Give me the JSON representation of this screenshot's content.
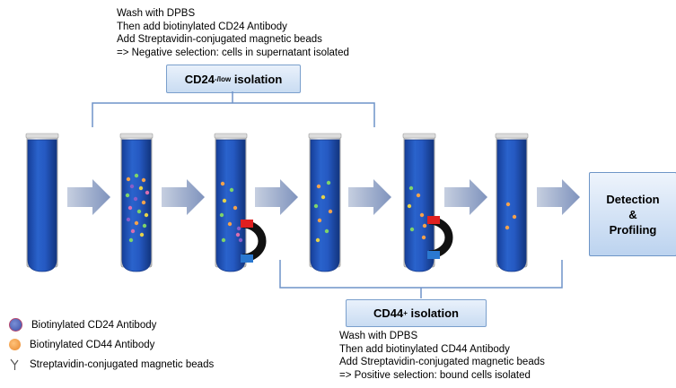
{
  "top_instructions": [
    "Wash with DPBS",
    "Then add biotinylated CD24 Antibody",
    "Add Streptavidin-conjugated magnetic beads",
    "=> Negative selection: cells in supernatant isolated"
  ],
  "cd24_box": {
    "label_main": "CD24",
    "label_sup": "-/low",
    "label_tail": " isolation"
  },
  "cd44_box": {
    "label_main": "CD44",
    "label_sup": "+",
    "label_tail": " isolation"
  },
  "bottom_instructions": [
    "Wash with DPBS",
    "Then add biotinylated CD44 Antibody",
    "Add Streptavidin-conjugated magnetic beads",
    "=> Positive selection: bound cells isolated"
  ],
  "detection_box": {
    "line1": "Detection",
    "line2": "&",
    "line3": "Profiling"
  },
  "legend": [
    {
      "label": "Biotinylated CD24 Antibody",
      "color": "#4a62b8",
      "icon": "blue-dot"
    },
    {
      "label": "Biotinylated CD44 Antibody",
      "color": "#f4a24c",
      "icon": "orange-dot"
    },
    {
      "label": "Streptavidin-conjugated magnetic beads",
      "color": "#555555",
      "icon": "y-shape"
    }
  ],
  "colors": {
    "tube_liquid": "#1f4fb5",
    "arrow": "#8a9cbf",
    "bracket": "#6f93c8",
    "magnet_red": "#e02020",
    "magnet_blue": "#2a78d0"
  }
}
